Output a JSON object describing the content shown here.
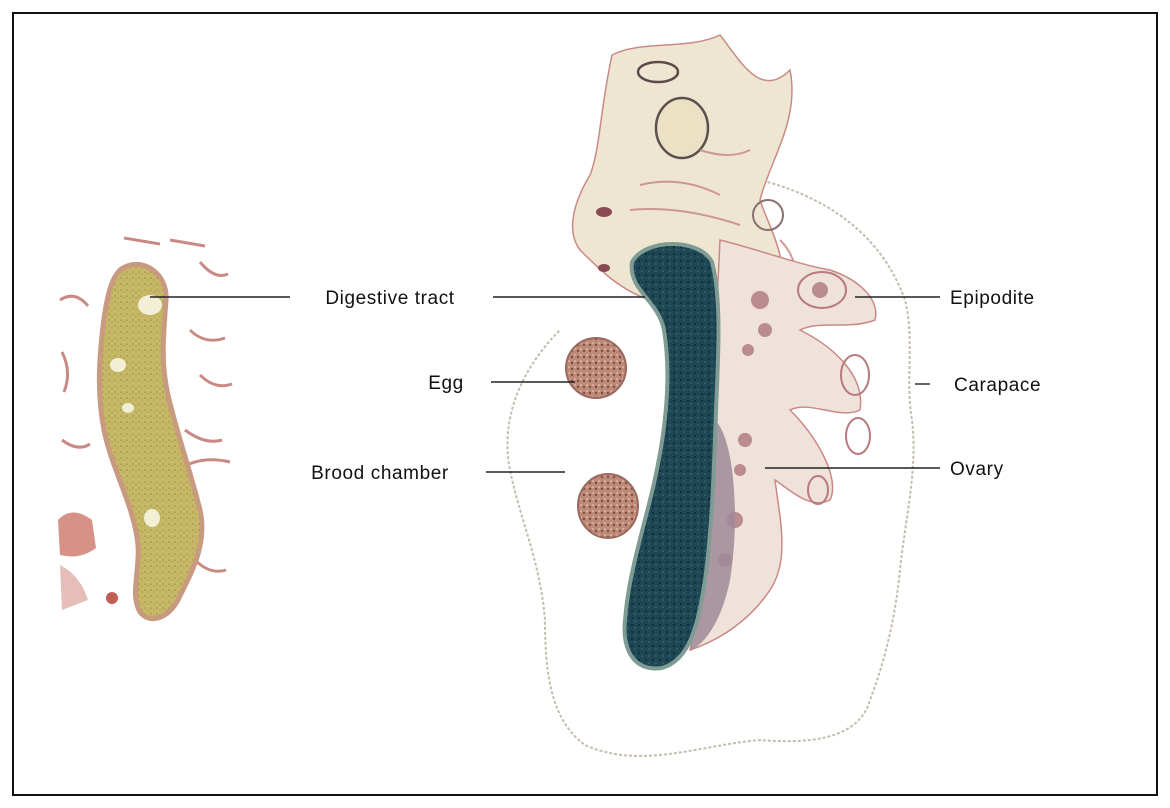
{
  "labels": {
    "digestive_tract": "Digestive tract",
    "egg": "Egg",
    "brood_chamber": "Brood chamber",
    "epipodite": "Epipodite",
    "carapace": "Carapace",
    "ovary": "Ovary"
  },
  "colors": {
    "frame": "#111111",
    "gut_left_fill": "#c9bc6a",
    "gut_left_outline": "#c89a80",
    "tissue_fill": "#efe6d2",
    "tissue_pink": "#c98a86",
    "gut_right_fill": "#1f4a5a",
    "gut_right_outline": "#6f8f8a",
    "egg_fill": "#b98070",
    "background": "#ffffff"
  },
  "icons": [
    "histology-section-left",
    "histology-section-right"
  ]
}
